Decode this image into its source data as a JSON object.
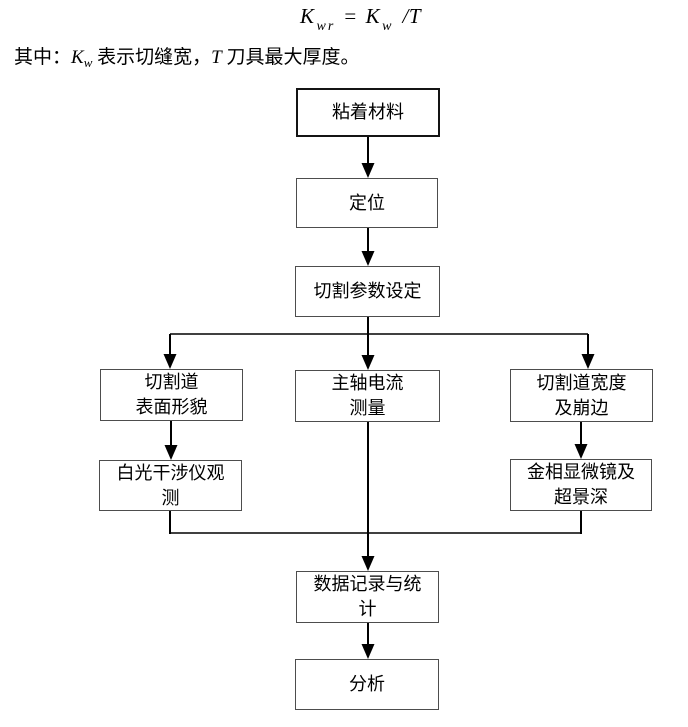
{
  "page": {
    "background": "#ffffff"
  },
  "colors": {
    "text": "#000000",
    "box_border": "#4d4d4d",
    "box_border_strong": "#141414",
    "connector": "#000000",
    "background": "#ffffff"
  },
  "formula": {
    "lhs_base": "K",
    "lhs_sub": "wr",
    "equals": "=",
    "rhs_base": "K",
    "rhs_sub": "w",
    "divide": "/",
    "denominator": "T"
  },
  "caption": {
    "prefix": "其中：",
    "k_base": "K",
    "k_sub": "w",
    "mid": " 表示切缝宽，",
    "t_base": "T",
    "suffix": " 刀具最大厚度。"
  },
  "flowchart": {
    "nodes": {
      "attach_material": {
        "label": "粘着材料"
      },
      "positioning": {
        "label": "定位"
      },
      "cutting_params": {
        "label": "切割参数设定"
      },
      "kerf_surface": {
        "label": "切割道\n表面形貌"
      },
      "spindle_current": {
        "label": "主轴电流\n测量"
      },
      "kerf_width": {
        "label": "切割道宽度\n及崩边"
      },
      "white_light_interferometer": {
        "label": "白光干涉仪观\n测"
      },
      "metallographic_microscope": {
        "label": "金相显微镜及\n超景深"
      },
      "data_recording": {
        "label": "数据记录与统\n计"
      },
      "analysis": {
        "label": "分析"
      }
    }
  }
}
